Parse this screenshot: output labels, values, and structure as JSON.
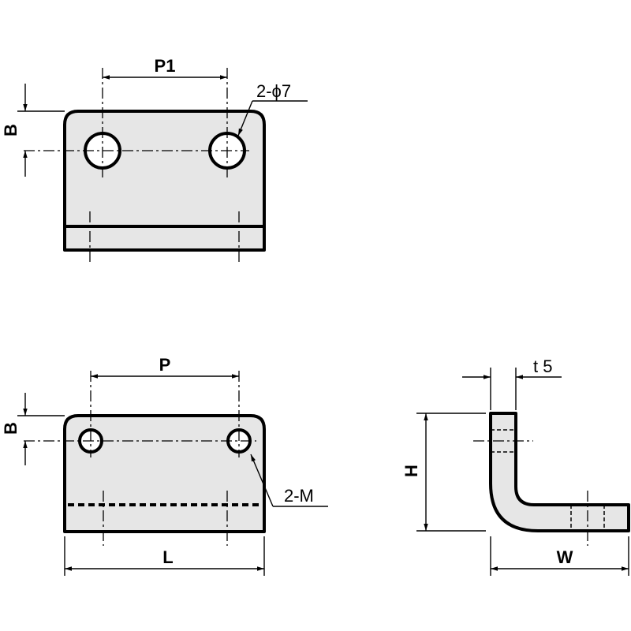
{
  "top_view": {
    "pitch_label": "P1",
    "edge_label": "B",
    "hole_callout": "2-ϕ7"
  },
  "bottom_view": {
    "pitch_label": "P",
    "edge_label": "B",
    "thread_callout": "2-M",
    "length_label": "L"
  },
  "side_view": {
    "thickness_label": "t 5",
    "height_label": "H",
    "width_label": "W"
  }
}
